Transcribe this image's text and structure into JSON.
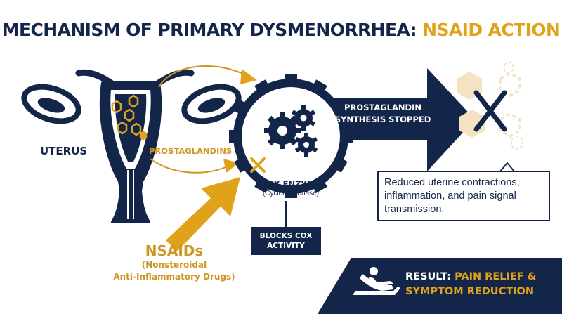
{
  "title": {
    "main": "MECHANISM OF PRIMARY DYSMENORRHEA: ",
    "accent": "NSAID ACTION"
  },
  "labels": {
    "uterus": "UTERUS",
    "prostaglandins": "PROSTAGLANDINS",
    "cox_enzyme": "COX ENZYME",
    "cox_enzyme_sub": "(Cyclooxygenase)",
    "arrow_line1": "PROSTAGLANDIN",
    "arrow_line2": "SYNTHESIS STOPPED",
    "blocks_line1": "BLOCKS COX",
    "blocks_line2": "ACTIVITY",
    "nsaids": "NSAIDs",
    "nsaids_line1": "(Nonsteroidal",
    "nsaids_line2": "Anti-Inflammatory Drugs)",
    "callout_line1": "Reduced uterine contractions,",
    "callout_line2": "inflammation, and pain signal",
    "callout_line3": "transmission."
  },
  "result": {
    "prefix": "RESULT: ",
    "accent_line1": "PAIN RELIEF &",
    "accent_line2": "SYMPTOM REDUCTION"
  },
  "icons": [
    "uterus-icon",
    "prostaglandin-molecule-icon",
    "cox-gear-icon",
    "block-x-icon",
    "relaxing-person-icon"
  ],
  "colors": {
    "navy": "#13264a",
    "gold": "#e0a21a",
    "gold_light": "#cf9521",
    "pale": "#f3e3c2"
  }
}
